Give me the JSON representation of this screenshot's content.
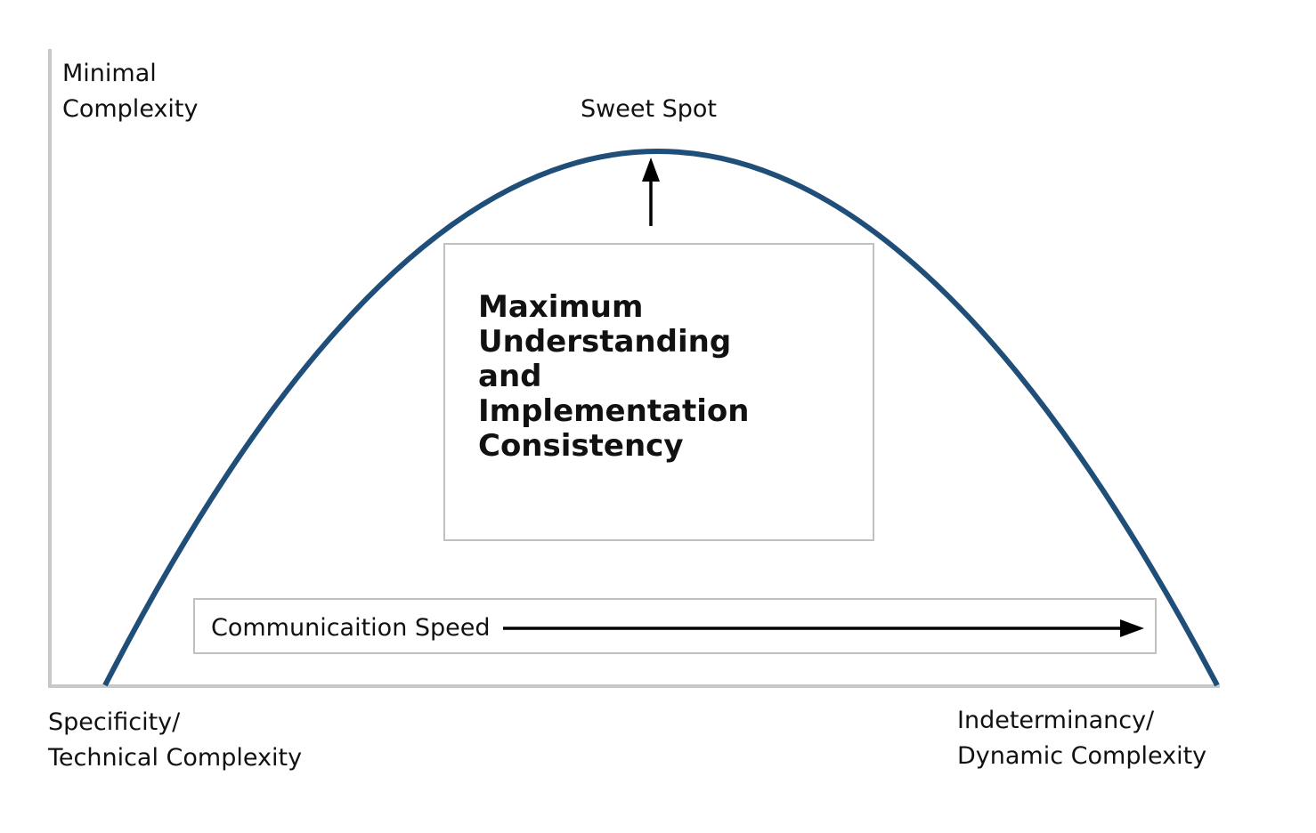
{
  "labels": {
    "top_left": [
      "Minimal",
      "Complexity"
    ],
    "peak": "Sweet Spot",
    "bottom_left": [
      "Specificity/",
      "Technical Complexity"
    ],
    "bottom_right": [
      "Indeterminancy/",
      "Dynamic Complexity"
    ],
    "center_box": [
      "Maximum",
      "Understanding",
      "and",
      "Implementation",
      "Consistency"
    ],
    "speed_box": "Communicaition Speed"
  },
  "colors": {
    "curve": "#1f4e79",
    "axis": "#c8c8c8",
    "box_border": "#c0c0c0",
    "arrow": "#000000",
    "text": "#111111"
  }
}
